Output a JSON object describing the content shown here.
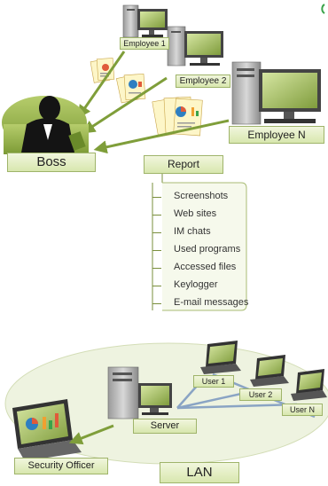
{
  "diagram": {
    "colors": {
      "accent_green": "#8fb13c",
      "label_fill": "#e3eec2",
      "arrow": "#7f9e3a",
      "lan_ellipse": "#eef3e0"
    },
    "top": {
      "boss_label": "Boss",
      "report_label": "Report",
      "employees": [
        "Employee 1",
        "Employee 2",
        "Employee N"
      ],
      "report_items": [
        "Screenshots",
        "Web sites",
        "IM chats",
        "Used programs",
        "Accessed files",
        "Keylogger",
        "E-mail messages"
      ]
    },
    "bottom": {
      "server_label": "Server",
      "security_officer_label": "Security Officer",
      "lan_label": "LAN",
      "users": [
        "User 1",
        "User 2",
        "User N"
      ]
    }
  }
}
